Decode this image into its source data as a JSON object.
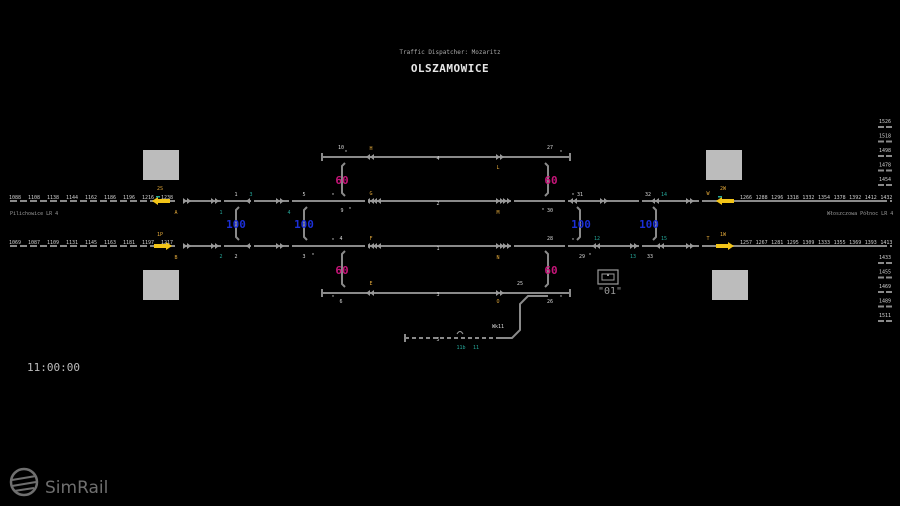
{
  "header": {
    "dispatcher": "Traffic Dispatcher: Mozaritz",
    "station": "OLSZAMOWICE"
  },
  "clock": "11:00:00",
  "neighbours": {
    "left": "Pilichowice LR 4",
    "right": "Włoszczowa Północ LR 4"
  },
  "brand": "SimRail",
  "monitor_label": "\"01\"",
  "left_axles": {
    "top": [
      "1088",
      "1108",
      "1138",
      "1144",
      "1162",
      "1186",
      "1196",
      "1216",
      "1238"
    ],
    "bottom": [
      "1069",
      "1087",
      "1109",
      "1131",
      "1145",
      "1163",
      "1181",
      "1197",
      "1217"
    ]
  },
  "right_axles": {
    "top": [
      "1266",
      "1288",
      "1296",
      "1318",
      "1332",
      "1354",
      "1378",
      "1392",
      "1412",
      "1432"
    ],
    "bottom": [
      "1257",
      "1267",
      "1281",
      "1295",
      "1309",
      "1333",
      "1355",
      "1369",
      "1393",
      "1413"
    ]
  },
  "right_scale": {
    "top": [
      "1526",
      "1518",
      "1498",
      "1478",
      "1454"
    ],
    "bottom": [
      "1433",
      "1455",
      "1469",
      "1489",
      "1511"
    ]
  },
  "speeds": [
    "60",
    "60",
    "60",
    "60",
    "100",
    "100",
    "100",
    "100"
  ],
  "signals": {
    "H": "H",
    "G": "G",
    "F": "F",
    "E": "E",
    "A": "A",
    "B": "B",
    "L": "L",
    "M": "M",
    "N": "N",
    "O": "O",
    "W": "W",
    "T": "T"
  },
  "track_numbers": [
    "4",
    "2",
    "1",
    "3",
    "5"
  ],
  "point_numbers": [
    "1",
    "2",
    "3",
    "4",
    "5",
    "6",
    "9",
    "10",
    "25",
    "26",
    "27",
    "28",
    "29",
    "30",
    "31",
    "32",
    "33"
  ],
  "teal_labels": [
    "1",
    "2",
    "3",
    "4",
    "11",
    "12",
    "13",
    "14",
    "15",
    "11b"
  ],
  "sig_labels": [
    "2S",
    "1P",
    "2W",
    "1W",
    "Wk11"
  ],
  "colors": {
    "track": "#8a8a8a",
    "speed_60": "#c8157a",
    "speed_100": "#1b2fd6",
    "signal_yellow": "#f2c418",
    "signal_label": "#e3a93a",
    "teal": "#25a79a",
    "bay": "#bcbcbc"
  },
  "icons": [
    "track-arrow-icon",
    "entry-signal-arrow-icon",
    "monitor-icon",
    "simrail-logo-icon"
  ]
}
